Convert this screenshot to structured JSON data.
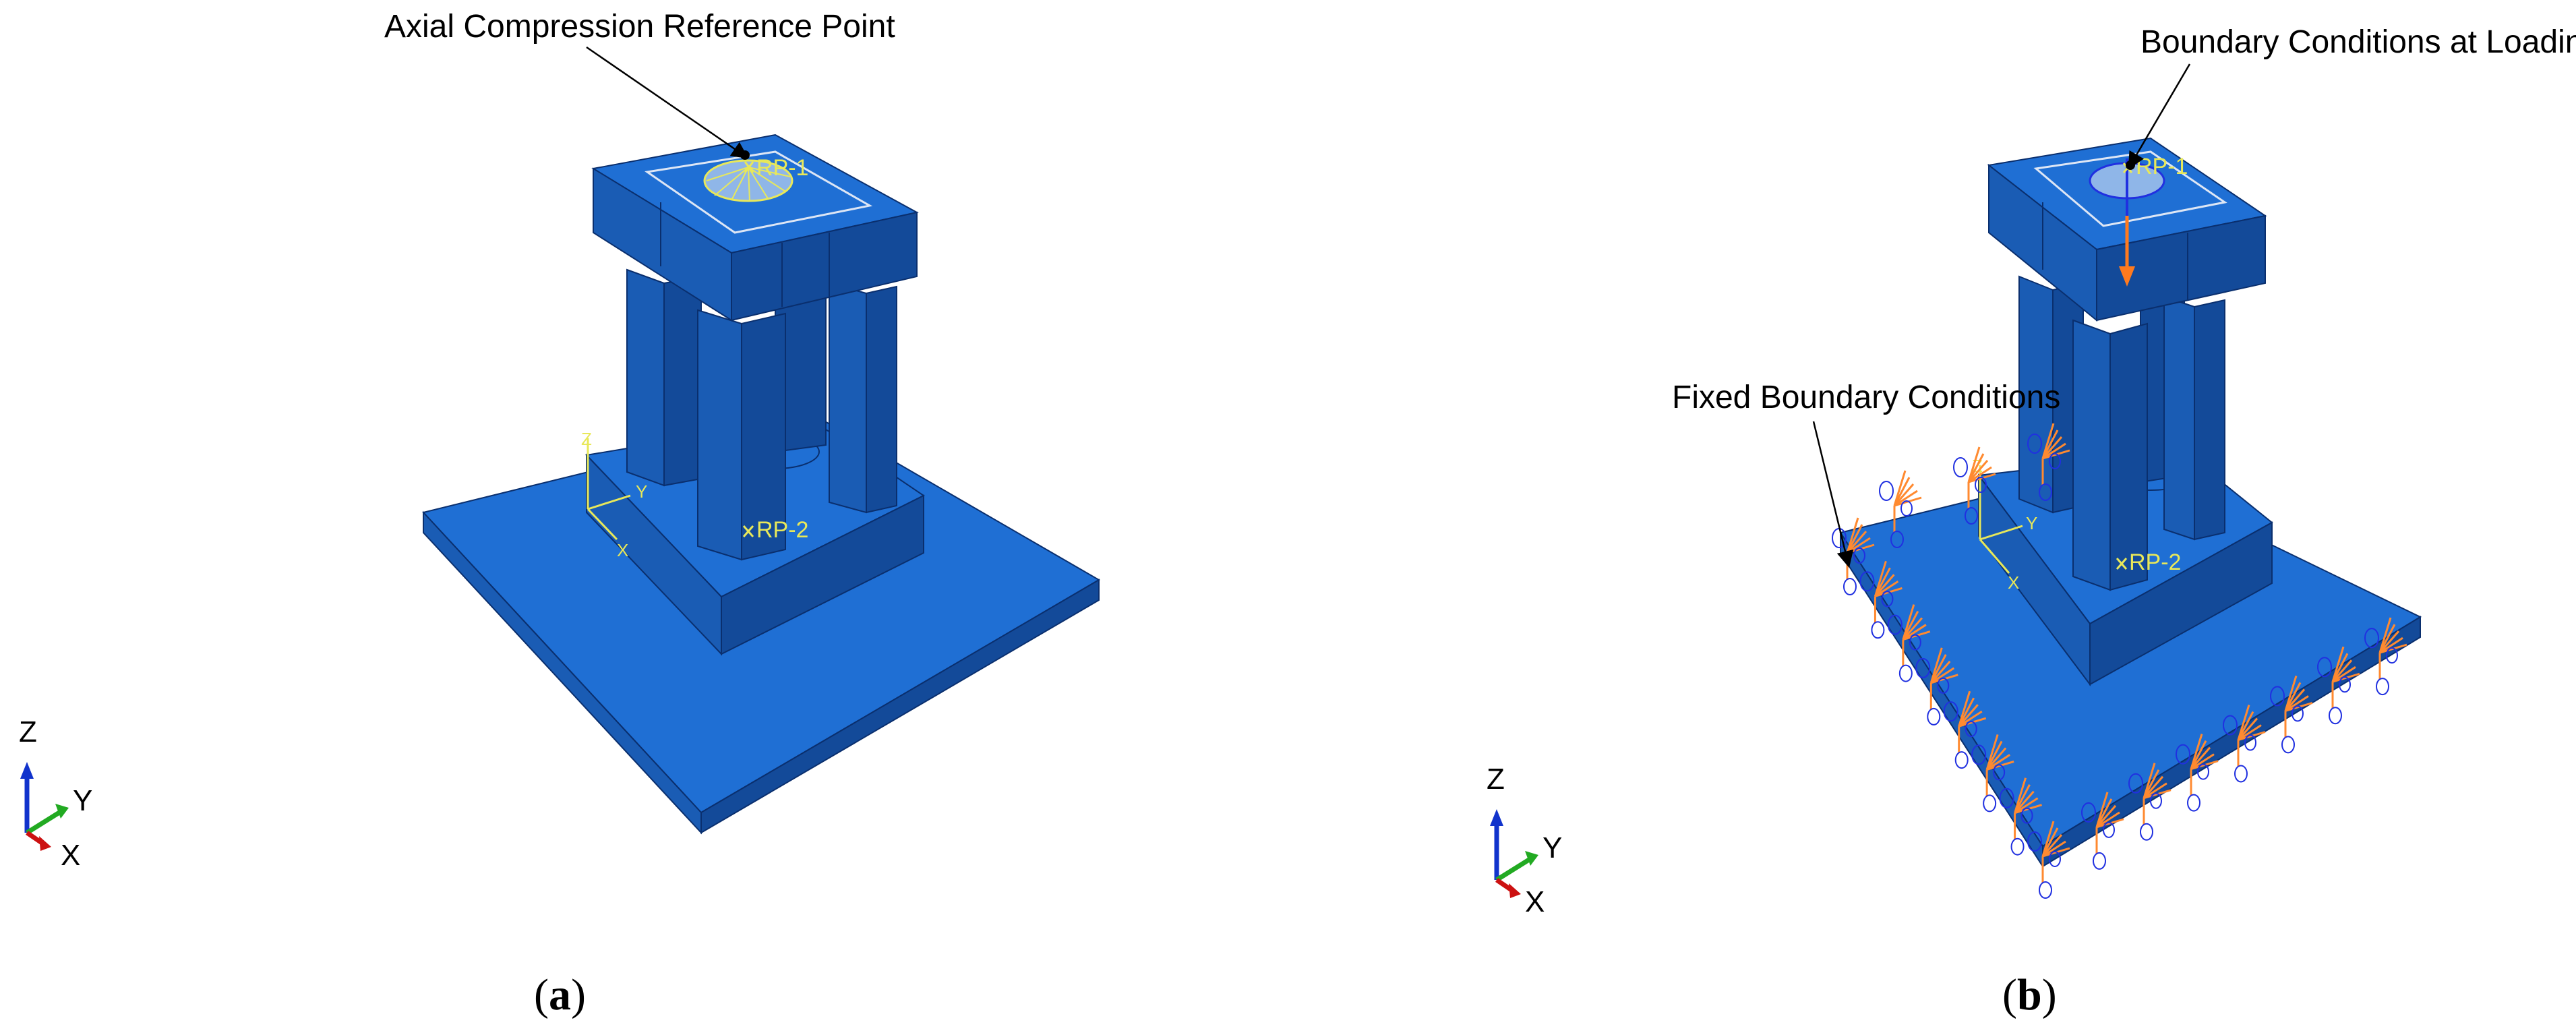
{
  "colors": {
    "top": "#1f6fd4",
    "left": "#1a5cb4",
    "right": "#134a99",
    "edge": "#0a2f6e",
    "annotation": "#e8e85a",
    "load_arrow": "#ff7a1e",
    "bc_blue": "#2030e0",
    "bc_orange": "#ff8a30",
    "axis_x": "#cc1111",
    "axis_y": "#22aa22",
    "axis_z": "#1133cc"
  },
  "panel_a": {
    "callout": "Axial Compression Reference Point",
    "rp_top": "RP-1",
    "rp_bottom": "RP-2",
    "local_axes": {
      "x": "X",
      "y": "Y",
      "z": "Z"
    },
    "triad": {
      "x": "X",
      "y": "Y",
      "z": "Z"
    },
    "caption_open": "(",
    "caption_letter": "a",
    "caption_close": ")"
  },
  "panel_b": {
    "callout_loading": "Boundary Conditions at Loading End",
    "callout_fixed": "Fixed Boundary Conditions",
    "rp_top": "RP-1",
    "rp_bottom": "RP-2",
    "local_axes": {
      "x": "X",
      "y": "Y",
      "z": "Z"
    },
    "triad": {
      "x": "X",
      "y": "Y",
      "z": "Z"
    },
    "caption_open": "(",
    "caption_letter": "b",
    "caption_close": ")"
  }
}
